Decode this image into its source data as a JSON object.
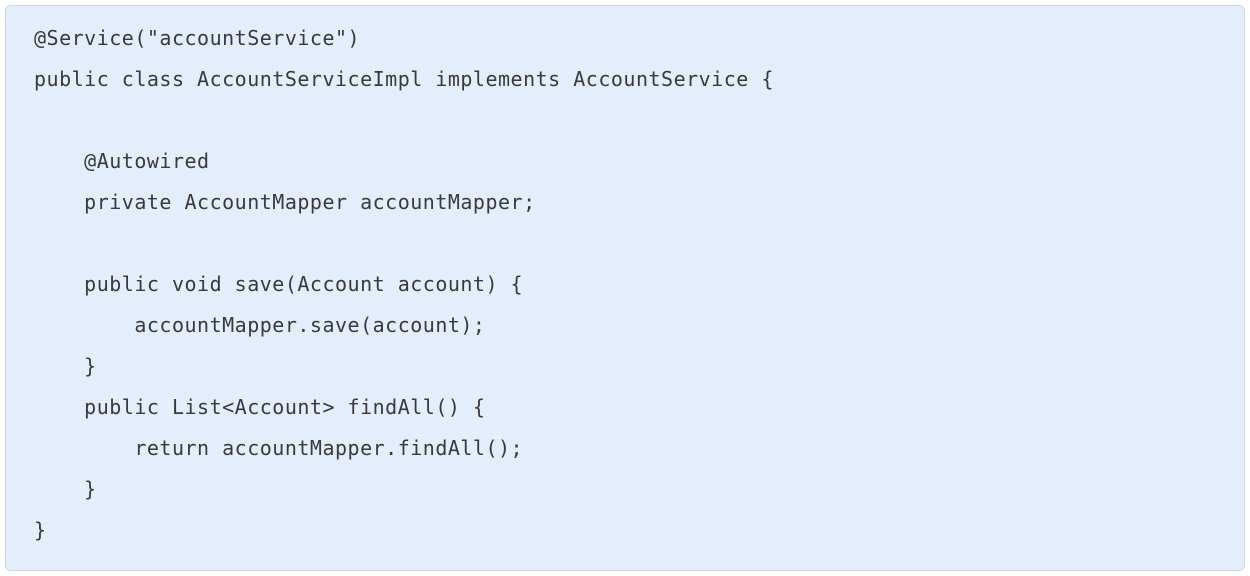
{
  "code": {
    "language": "java",
    "lines": [
      "@Service(\"accountService\")",
      "public class AccountServiceImpl implements AccountService {",
      "",
      "    @Autowired",
      "    private AccountMapper accountMapper;",
      "",
      "    public void save(Account account) {",
      "        accountMapper.save(account);",
      "    }",
      "    public List<Account> findAll() {",
      "        return accountMapper.findAll();",
      "    }",
      "}"
    ]
  },
  "colors": {
    "background": "#e4edfb",
    "border": "#c9d8ee",
    "text": "#3a3a3a"
  }
}
